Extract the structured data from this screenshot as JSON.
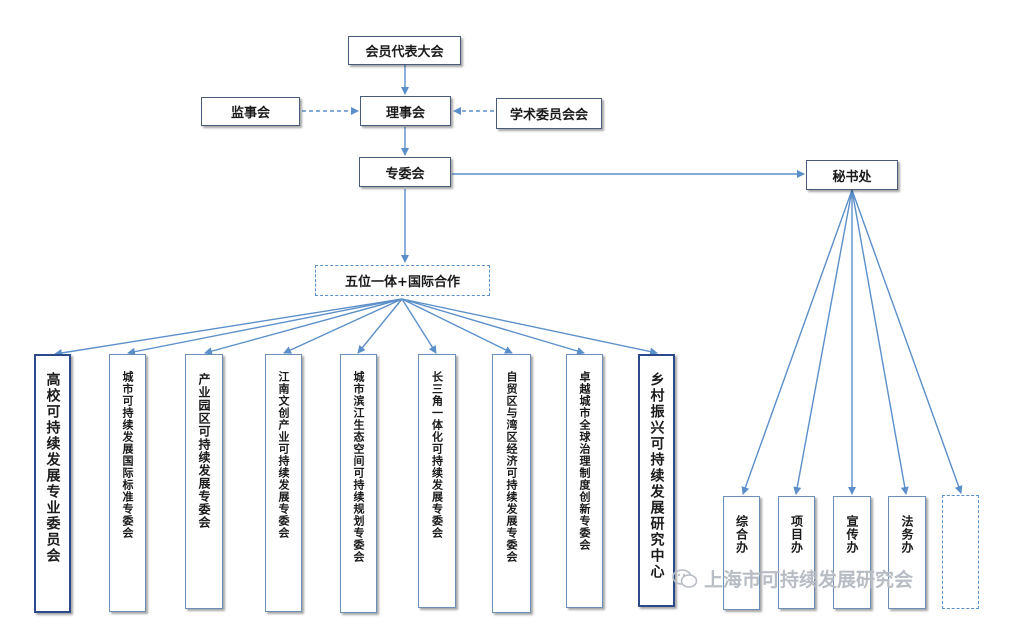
{
  "top": {
    "general_assembly": "会员代表大会",
    "supervisory_board": "监事会",
    "council": "理事会",
    "academic_committee": "学术委员会会",
    "special_committees": "专委会",
    "secretariat": "秘书处",
    "five_in_one": "五位一体+国际合作"
  },
  "committees": [
    {
      "label": "高校可持续发展专业委员会",
      "strong": true
    },
    {
      "label": "城市可持续发展国际标准专委会"
    },
    {
      "label": "产业园区可持续发展专委会"
    },
    {
      "label": "江南文创产业可持续发展专委会"
    },
    {
      "label": "城市滨江生态空间可持续规划专委会"
    },
    {
      "label": "长三角一体化可持续发展专委会"
    },
    {
      "label": "自贸区与湾区经济可持续发展专委会"
    },
    {
      "label": "卓越城市全球治理制度创新专委会"
    },
    {
      "label": "乡村振兴可持续发展研究中心",
      "strong": true
    }
  ],
  "offices": [
    {
      "label": "综合办"
    },
    {
      "label": "项目办"
    },
    {
      "label": "宣传办"
    },
    {
      "label": "法务办"
    },
    {
      "label": ""
    }
  ],
  "watermark": "上海市可持续发展研究会",
  "colors": {
    "arrow": "#5b8fc9",
    "box_border": "#4a5a7a"
  }
}
